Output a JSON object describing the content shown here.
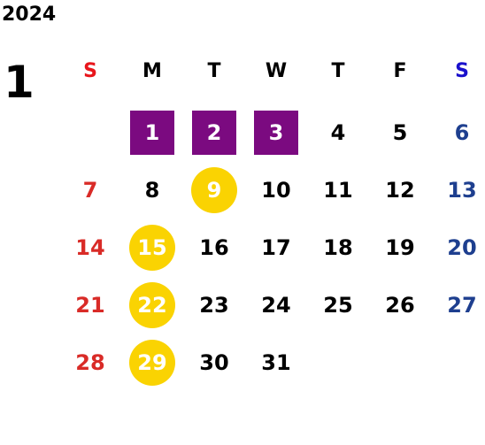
{
  "year": "2024",
  "month": "1",
  "colors": {
    "sunday_header": "#e8161c",
    "saturday_header": "#1a10cc",
    "sunday_dates": "#d92b27",
    "saturday_dates": "#1e3f8f",
    "weekday_text": "#000000",
    "purple_highlight": "#7b0a80",
    "yellow_highlight": "#fad302"
  },
  "weekdays": [
    "S",
    "M",
    "T",
    "W",
    "T",
    "F",
    "S"
  ],
  "days": [
    {
      "d": "1",
      "col": 1,
      "row": 0,
      "mark": "square"
    },
    {
      "d": "2",
      "col": 2,
      "row": 0,
      "mark": "square"
    },
    {
      "d": "3",
      "col": 3,
      "row": 0,
      "mark": "square"
    },
    {
      "d": "4",
      "col": 4,
      "row": 0
    },
    {
      "d": "5",
      "col": 5,
      "row": 0
    },
    {
      "d": "6",
      "col": 6,
      "row": 0
    },
    {
      "d": "7",
      "col": 0,
      "row": 1
    },
    {
      "d": "8",
      "col": 1,
      "row": 1
    },
    {
      "d": "9",
      "col": 2,
      "row": 1,
      "mark": "circle"
    },
    {
      "d": "10",
      "col": 3,
      "row": 1
    },
    {
      "d": "11",
      "col": 4,
      "row": 1
    },
    {
      "d": "12",
      "col": 5,
      "row": 1
    },
    {
      "d": "13",
      "col": 6,
      "row": 1
    },
    {
      "d": "14",
      "col": 0,
      "row": 2
    },
    {
      "d": "15",
      "col": 1,
      "row": 2,
      "mark": "circle"
    },
    {
      "d": "16",
      "col": 2,
      "row": 2
    },
    {
      "d": "17",
      "col": 3,
      "row": 2
    },
    {
      "d": "18",
      "col": 4,
      "row": 2
    },
    {
      "d": "19",
      "col": 5,
      "row": 2
    },
    {
      "d": "20",
      "col": 6,
      "row": 2
    },
    {
      "d": "21",
      "col": 0,
      "row": 3
    },
    {
      "d": "22",
      "col": 1,
      "row": 3,
      "mark": "circle"
    },
    {
      "d": "23",
      "col": 2,
      "row": 3
    },
    {
      "d": "24",
      "col": 3,
      "row": 3
    },
    {
      "d": "25",
      "col": 4,
      "row": 3
    },
    {
      "d": "26",
      "col": 5,
      "row": 3
    },
    {
      "d": "27",
      "col": 6,
      "row": 3
    },
    {
      "d": "28",
      "col": 0,
      "row": 4
    },
    {
      "d": "29",
      "col": 1,
      "row": 4,
      "mark": "circle"
    },
    {
      "d": "30",
      "col": 2,
      "row": 4
    },
    {
      "d": "31",
      "col": 3,
      "row": 4
    }
  ]
}
